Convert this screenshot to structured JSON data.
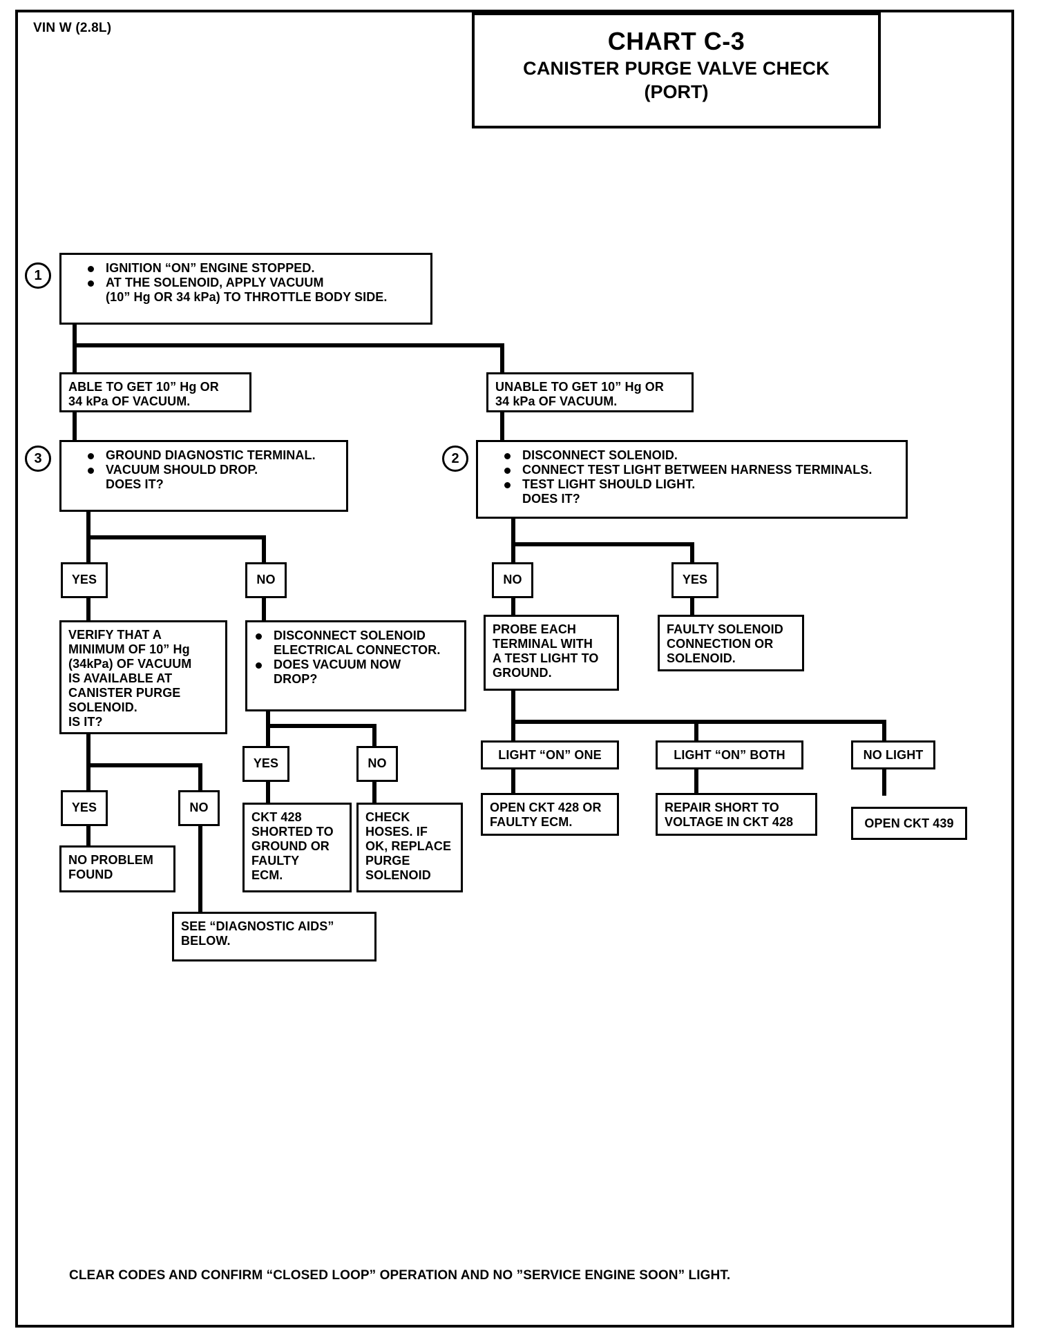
{
  "header": {
    "vin_label": "VIN W (2.8L)",
    "chart_number": "CHART C-3",
    "chart_title": "CANISTER PURGE VALVE CHECK",
    "chart_subtitle": "(PORT)"
  },
  "footer": {
    "text": "CLEAR CODES AND CONFIRM “CLOSED LOOP”  OPERATION AND NO ”SERVICE ENGINE SOON” LIGHT."
  },
  "chart_data": {
    "type": "diagram",
    "title": "CHART C-3 CANISTER PURGE VALVE CHECK (PORT)",
    "nodes": [
      {
        "id": "step1",
        "marker": "1",
        "kind": "step",
        "lines": [
          "IGNITION “ON” ENGINE STOPPED.",
          "AT THE SOLENOID, APPLY VACUUM\n(10” Hg OR 34 kPa) TO THROTTLE BODY SIDE."
        ]
      },
      {
        "id": "able",
        "kind": "result",
        "text": "ABLE TO GET 10” Hg OR\n34 kPa OF VACUUM."
      },
      {
        "id": "unable",
        "kind": "result",
        "text": "UNABLE TO GET 10” Hg OR\n34 kPa OF VACUUM."
      },
      {
        "id": "step3",
        "marker": "3",
        "kind": "step",
        "lines": [
          "GROUND DIAGNOSTIC TERMINAL.",
          "VACUUM SHOULD DROP.\nDOES IT?"
        ]
      },
      {
        "id": "step2",
        "marker": "2",
        "kind": "step",
        "lines": [
          "DISCONNECT SOLENOID.",
          "CONNECT TEST LIGHT BETWEEN HARNESS TERMINALS.",
          "TEST LIGHT SHOULD LIGHT.\nDOES IT?"
        ]
      },
      {
        "id": "yes_a",
        "kind": "label",
        "text": "YES"
      },
      {
        "id": "no_a",
        "kind": "label",
        "text": "NO"
      },
      {
        "id": "no_b",
        "kind": "label",
        "text": "NO"
      },
      {
        "id": "yes_b",
        "kind": "label",
        "text": "YES"
      },
      {
        "id": "verify",
        "kind": "action",
        "text": "VERIFY THAT A\nMINIMUM OF  10” Hg\n(34kPa) OF VACUUM\nIS AVAILABLE AT\nCANISTER PURGE\nSOLENOID.\nIS IT?"
      },
      {
        "id": "disc_conn",
        "kind": "step",
        "lines": [
          "DISCONNECT SOLENOID\nELECTRICAL CONNECTOR.",
          "DOES VACUUM NOW\nDROP?"
        ]
      },
      {
        "id": "probe",
        "kind": "action",
        "text": "PROBE EACH\nTERMINAL WITH\nA TEST LIGHT TO\nGROUND."
      },
      {
        "id": "faulty_sol",
        "kind": "action",
        "text": "FAULTY SOLENOID\nCONNECTION OR\nSOLENOID."
      },
      {
        "id": "yes_c",
        "kind": "label",
        "text": "YES"
      },
      {
        "id": "no_c",
        "kind": "label",
        "text": "NO"
      },
      {
        "id": "light_one",
        "kind": "result",
        "text": "LIGHT “ON” ONE"
      },
      {
        "id": "light_both",
        "kind": "result",
        "text": "LIGHT “ON” BOTH"
      },
      {
        "id": "no_light",
        "kind": "result",
        "text": "NO LIGHT"
      },
      {
        "id": "yes_d",
        "kind": "label",
        "text": "YES"
      },
      {
        "id": "no_d",
        "kind": "label",
        "text": "NO"
      },
      {
        "id": "ckt428_short",
        "kind": "action",
        "text": "CKT 428\nSHORTED TO\nGROUND OR\nFAULTY\nECM."
      },
      {
        "id": "check_hoses",
        "kind": "action",
        "text": "CHECK\nHOSES.  IF\nOK, REPLACE\nPURGE\nSOLENOID"
      },
      {
        "id": "open428",
        "kind": "action",
        "text": "OPEN CKT 428 OR\nFAULTY ECM."
      },
      {
        "id": "repair_short",
        "kind": "action",
        "text": "REPAIR SHORT TO\nVOLTAGE IN CKT 428"
      },
      {
        "id": "open439",
        "kind": "action",
        "text": "OPEN CKT 439"
      },
      {
        "id": "no_problem",
        "kind": "action",
        "text": "NO PROBLEM\nFOUND"
      },
      {
        "id": "diag_aids",
        "kind": "action",
        "text": "SEE “DIAGNOSTIC AIDS”\nBELOW."
      }
    ]
  }
}
